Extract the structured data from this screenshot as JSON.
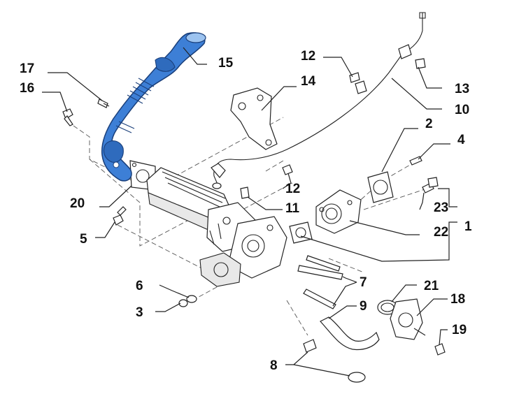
{
  "colors": {
    "highlight_fill": "#3d7fd6",
    "highlight_stroke": "#1a3f7a",
    "ink": "#222222",
    "background": "#ffffff"
  },
  "callouts": {
    "c1": "1",
    "c2": "2",
    "c3": "3",
    "c4": "4",
    "c5": "5",
    "c6": "6",
    "c7": "7",
    "c8": "8",
    "c9": "9",
    "c10": "10",
    "c11": "11",
    "c12a": "12",
    "c12b": "12",
    "c13": "13",
    "c14": "14",
    "c15": "15",
    "c16": "16",
    "c17": "17",
    "c18": "18",
    "c19": "19",
    "c20": "20",
    "c21": "21",
    "c22": "22",
    "c23": "23"
  }
}
